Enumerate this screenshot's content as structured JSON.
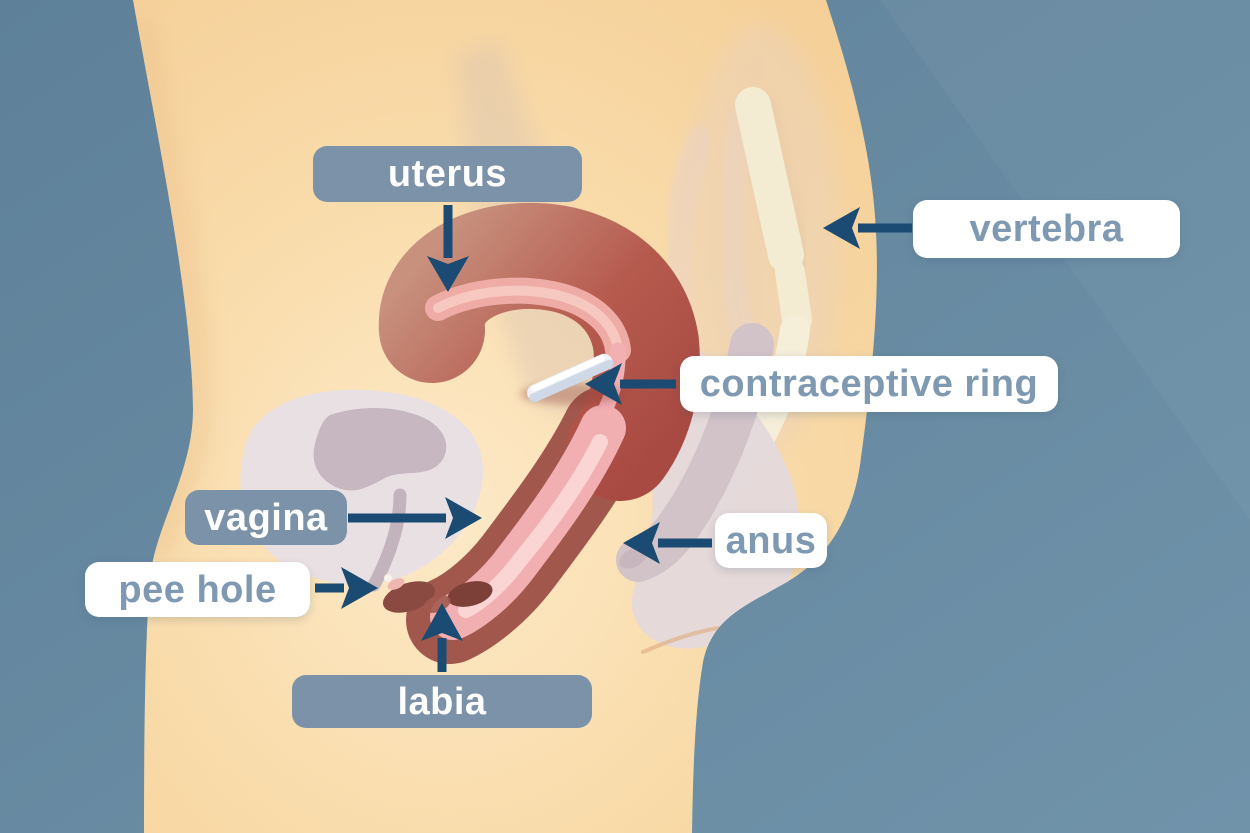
{
  "meta": {
    "description": "Educational cross-section diagram of a female pelvis (side view) showing a contraceptive ring in place",
    "style": "flat illustration with callout labels"
  },
  "labels": {
    "uterus": "uterus",
    "vertebra": "vertebra",
    "contraceptive_ring": "contraceptive ring",
    "vagina": "vagina",
    "anus": "anus",
    "pee_hole": "pee hole",
    "labia": "labia"
  },
  "colors": {
    "background_blue": "#6a8ca4",
    "skin": "#f8d8a4",
    "solid_label_box": "#7b92a8",
    "solid_label_text": "#fdfdfb",
    "white_label_box": "#ffffff",
    "white_label_text": "#7e99b1",
    "arrow_navy": "#1b4b72",
    "uterus_dark_red": "#ae4b43",
    "uterus_light_brown": "#c8917e",
    "lining_pink": "#f2afb2",
    "ring_white": "#eef1f8",
    "bladder_gray": "#e9e0e4",
    "bone_cream": "#f3ebd2"
  }
}
